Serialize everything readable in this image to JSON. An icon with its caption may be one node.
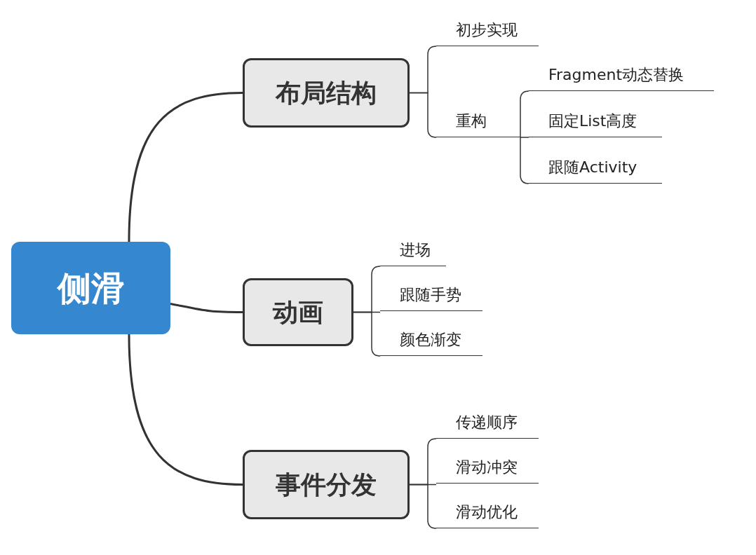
{
  "diagram": {
    "nodes": [
      {
        "text": [
          "侧滑"
        ]
      },
      {
        "text": [
          "布局结构"
        ]
      },
      {
        "text": [
          "动画"
        ]
      },
      {
        "text": [
          "事件分发"
        ]
      },
      {
        "text": [
          "初步实现"
        ]
      },
      {
        "text": [
          "重构"
        ]
      },
      {
        "text": [
          "Fragment动态替换"
        ]
      },
      {
        "text": [
          "固定List高度"
        ]
      },
      {
        "text": [
          "跟随Activity"
        ]
      },
      {
        "text": [
          "进场"
        ]
      },
      {
        "text": [
          "跟随手势"
        ]
      },
      {
        "text": [
          "颜色渐变"
        ]
      },
      {
        "text": [
          "传递顺序"
        ]
      },
      {
        "text": [
          "滑动冲突"
        ]
      },
      {
        "text": [
          "滑动优化"
        ]
      }
    ],
    "edges": [
      {
        "from": 0,
        "to": 1,
        "arrow": "none"
      },
      {
        "from": 0,
        "to": 2,
        "arrow": "none"
      },
      {
        "from": 0,
        "to": 3,
        "arrow": "none"
      },
      {
        "from": 1,
        "to": 4,
        "arrow": "none"
      },
      {
        "from": 1,
        "to": 5,
        "arrow": "none"
      },
      {
        "from": 5,
        "to": 6,
        "arrow": "none"
      },
      {
        "from": 5,
        "to": 7,
        "arrow": "none"
      },
      {
        "from": 5,
        "to": 8,
        "arrow": "none"
      },
      {
        "from": 2,
        "to": 9,
        "arrow": "none"
      },
      {
        "from": 2,
        "to": 10,
        "arrow": "none"
      },
      {
        "from": 2,
        "to": 11,
        "arrow": "none"
      },
      {
        "from": 3,
        "to": 12,
        "arrow": "none"
      },
      {
        "from": 3,
        "to": 13,
        "arrow": "none"
      },
      {
        "from": 3,
        "to": 14,
        "arrow": "none"
      }
    ]
  }
}
